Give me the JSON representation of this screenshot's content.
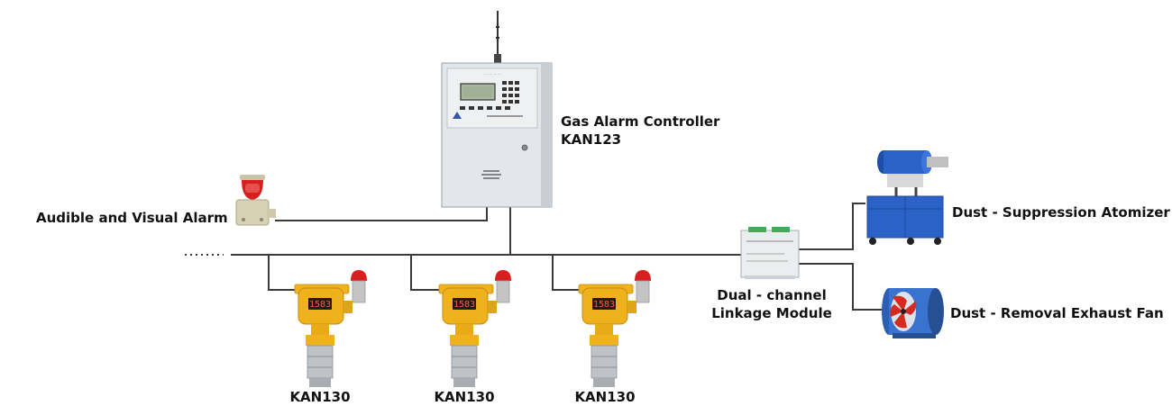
{
  "controller": {
    "name": "Gas Alarm Controller",
    "model": "KAN123"
  },
  "alarm": {
    "label": "Audible and Visual Alarm"
  },
  "detectors": [
    {
      "model": "KAN130",
      "display": "1583"
    },
    {
      "model": "KAN130",
      "display": "1583"
    },
    {
      "model": "KAN130",
      "display": "1583"
    }
  ],
  "linkage_module": {
    "line1": "Dual - channel",
    "line2": "Linkage Module"
  },
  "outputs": {
    "atomizer": "Dust - Suppression Atomizer",
    "fan": "Dust - Removal Exhaust Fan"
  },
  "colors": {
    "wire": "#3a3a3a",
    "detector_body": "#f0b21c",
    "beacon_red": "#d81e1e",
    "atomizer_blue": "#2a62c8",
    "cabinet": "#e3e6ea"
  }
}
